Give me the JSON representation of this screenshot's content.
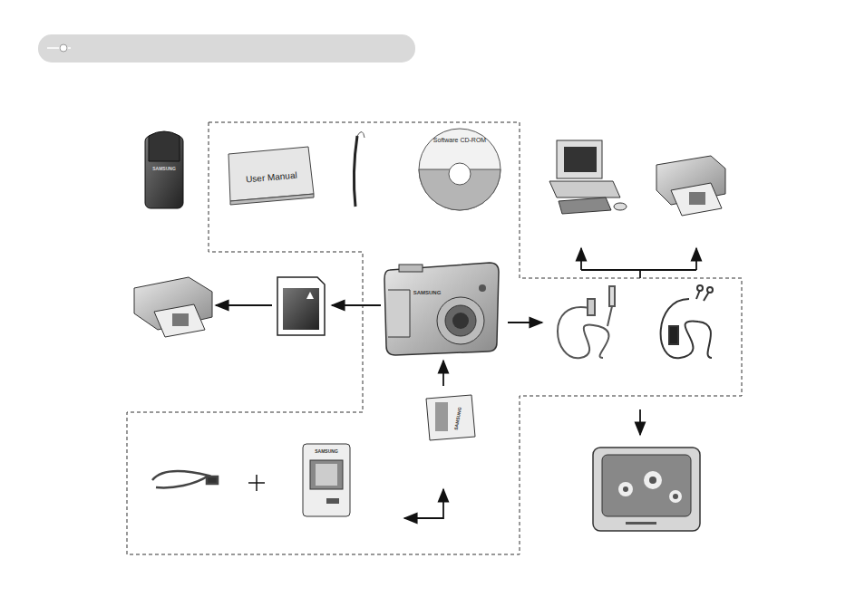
{
  "diagram": {
    "nodes": [
      {
        "text": [
          "User Manual"
        ]
      },
      {
        "text": [
          "Software CD-ROM"
        ]
      }
    ],
    "labels": [
      "SAMSUNG",
      "SAMSUNG",
      "SAMSUNG",
      "SAMSUNG"
    ]
  }
}
